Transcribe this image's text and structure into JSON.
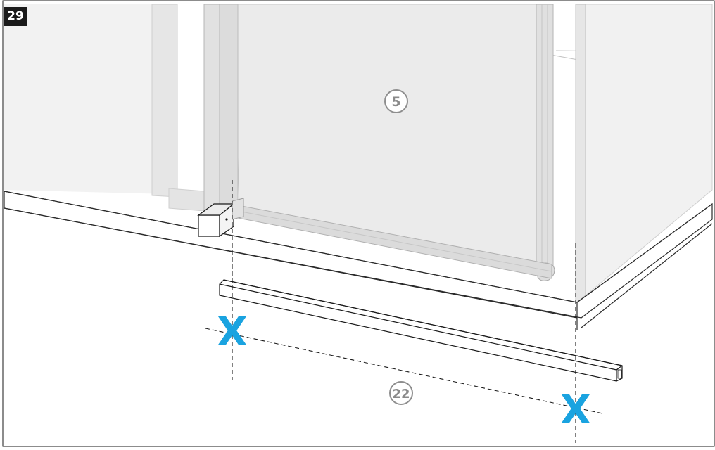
{
  "step": {
    "number": "29"
  },
  "parts": {
    "glass_panel": {
      "label": "5"
    },
    "bottom_profile": {
      "label": "22"
    }
  },
  "markers": [
    {
      "glyph": "X",
      "name": "left-cut-mark"
    },
    {
      "glyph": "X",
      "name": "right-cut-mark"
    }
  ],
  "colors": {
    "marker": "#1aa3e0",
    "line": "#2a2a2a",
    "panel": "#ebebeb",
    "frame": "#c9c9c9",
    "badge": "#1a1a1a"
  }
}
